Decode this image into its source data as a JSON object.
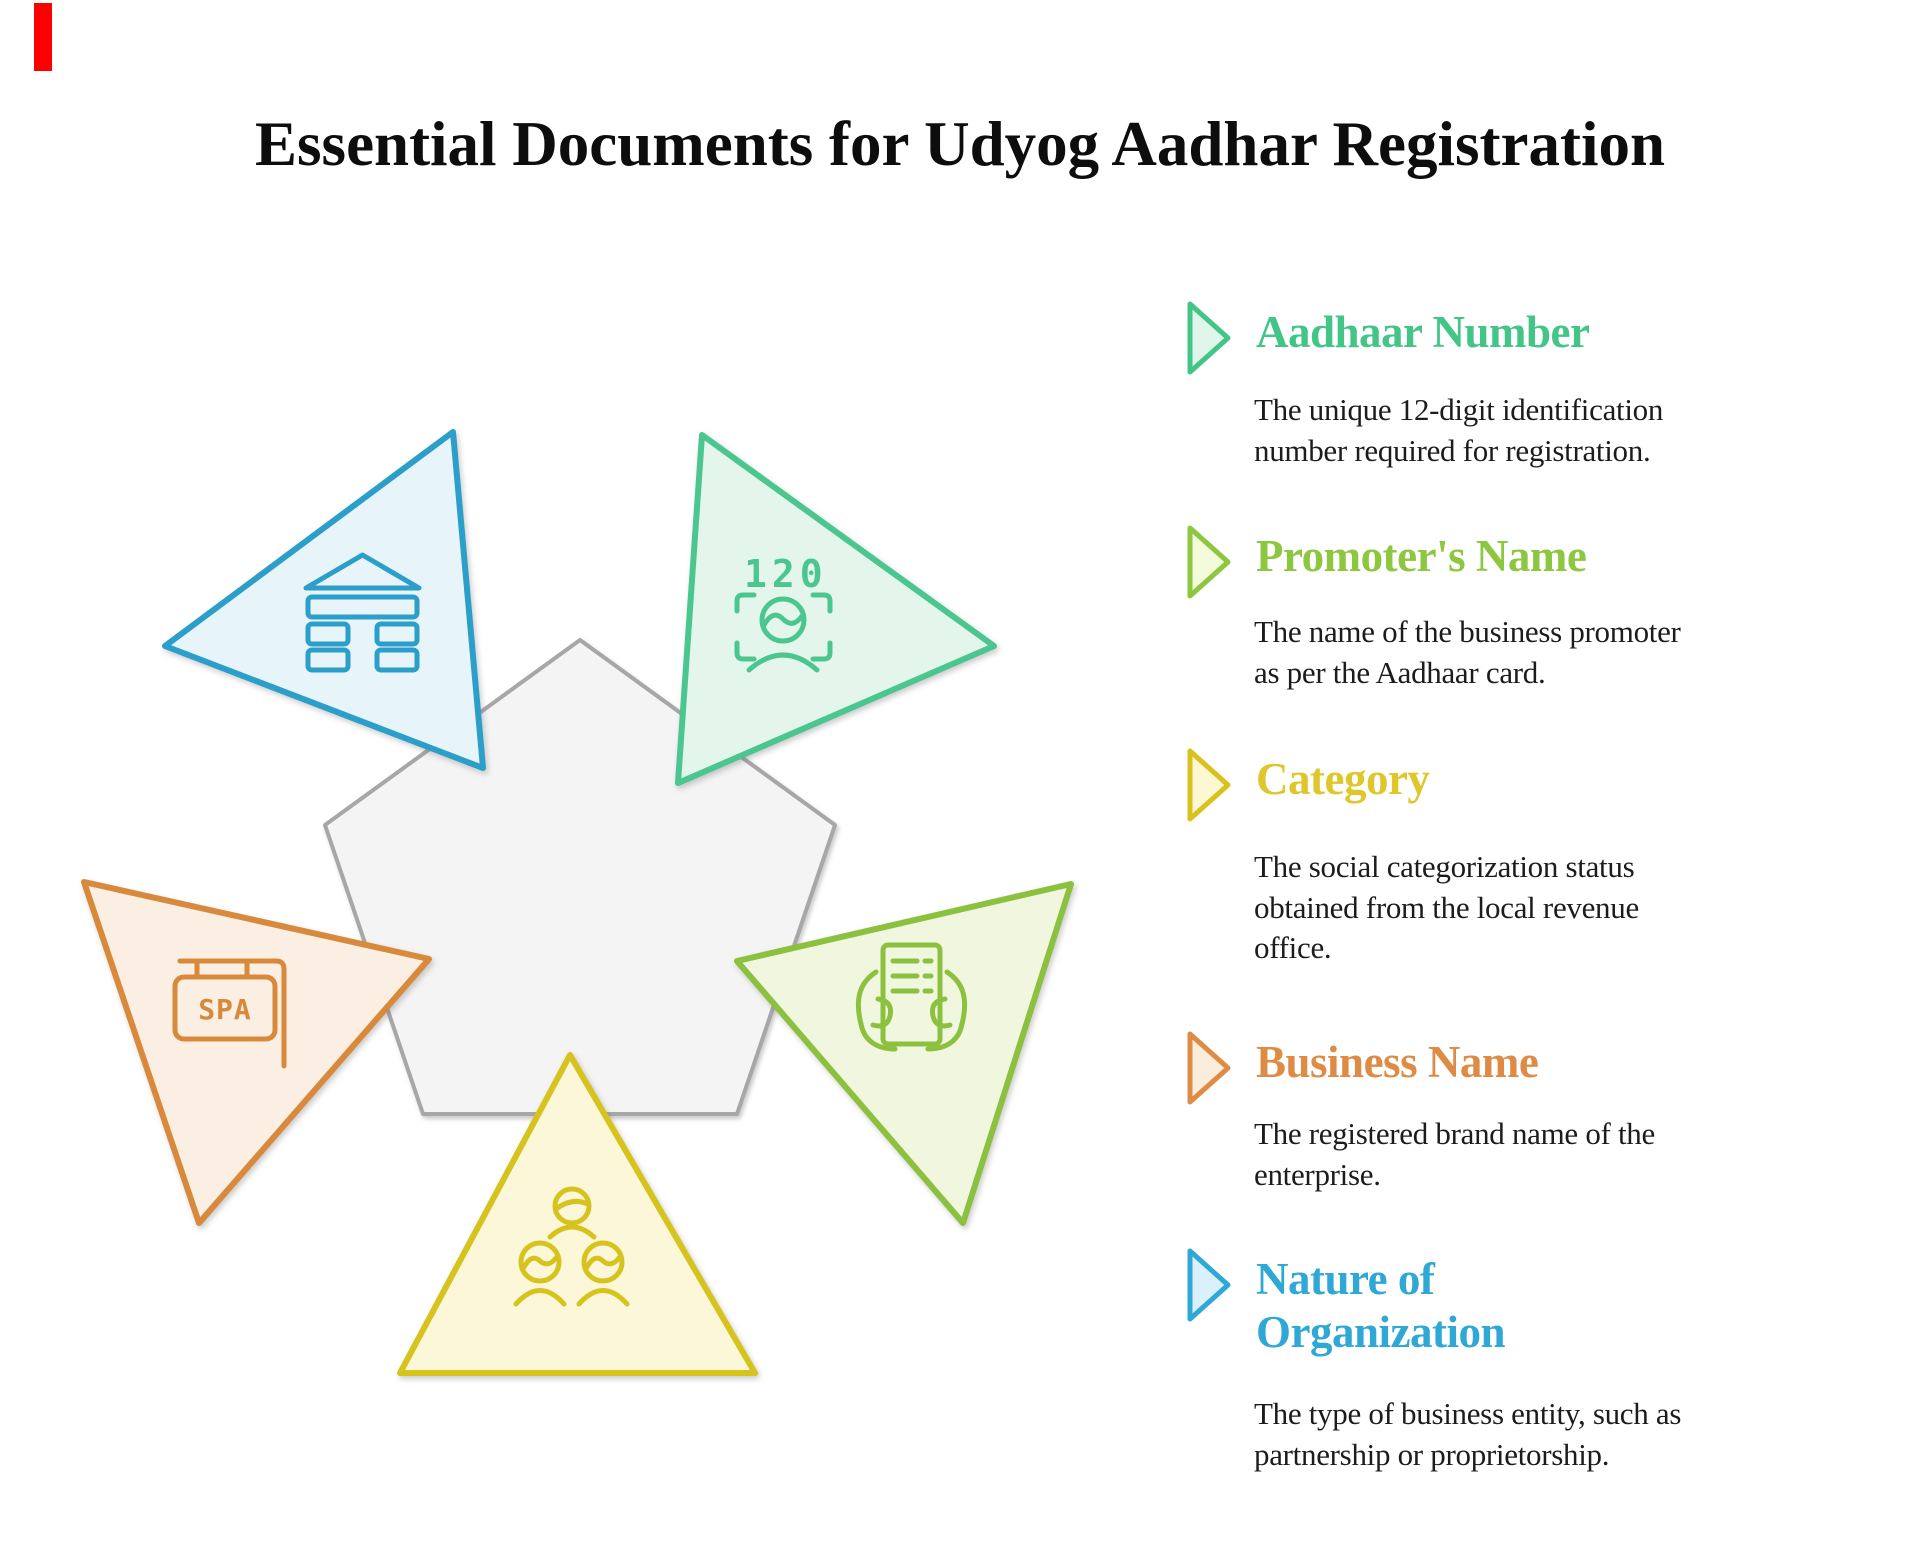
{
  "title": "Essential Documents for Udyog Aadhar Registration",
  "accent_bar": {
    "color": "#fe0000"
  },
  "diagram": {
    "pentagon": {
      "fill": "#f4f4f4",
      "stroke": "#a7a7a7"
    },
    "triangles": [
      {
        "name": "nature-of-organization-triangle",
        "icon": "bank-icon",
        "stroke": "#2b9fc9",
        "fill": "#e7f4fa",
        "icon_text": ""
      },
      {
        "name": "aadhaar-number-triangle",
        "icon": "face-scan-icon",
        "stroke": "#4cc690",
        "fill": "#e4f6ec",
        "icon_text": "120"
      },
      {
        "name": "business-name-triangle",
        "icon": "spa-sign-icon",
        "stroke": "#d8893b",
        "fill": "#faefe2",
        "icon_text": "SPA"
      },
      {
        "name": "promoters-name-triangle",
        "icon": "document-hands-icon",
        "stroke": "#8cc03f",
        "fill": "#f1f7df",
        "icon_text": ""
      },
      {
        "name": "category-triangle",
        "icon": "group-icon",
        "stroke": "#d6c31d",
        "fill": "#fbf7d8",
        "icon_text": ""
      }
    ]
  },
  "items": [
    {
      "heading": "Aadhaar Number",
      "body": "The unique 12-digit identification\nnumber required for registration.",
      "color": "#42c587",
      "marker_stroke": "#42c587",
      "marker_fill": "#dff6ea"
    },
    {
      "heading": "Promoter's Name",
      "body": "The name of the business promoter\nas per the Aadhaar card.",
      "color": "#8dc63f",
      "marker_stroke": "#8dc63f",
      "marker_fill": "#f4fadc"
    },
    {
      "heading": "Category",
      "body": "The social categorization status\nobtained from the local revenue\noffice.",
      "color": "#dfc62a",
      "marker_stroke": "#d9c21d",
      "marker_fill": "#fcf8d2"
    },
    {
      "heading": "Business Name",
      "body": "The registered brand name of the\nenterprise.",
      "color": "#de8c45",
      "marker_stroke": "#de8c45",
      "marker_fill": "#fbeddd"
    },
    {
      "heading": "Nature of\nOrganization",
      "body": "The type of business entity, such as\npartnership or proprietorship.",
      "color": "#2fa8d5",
      "marker_stroke": "#2fa8d5",
      "marker_fill": "#daf0fa"
    }
  ]
}
